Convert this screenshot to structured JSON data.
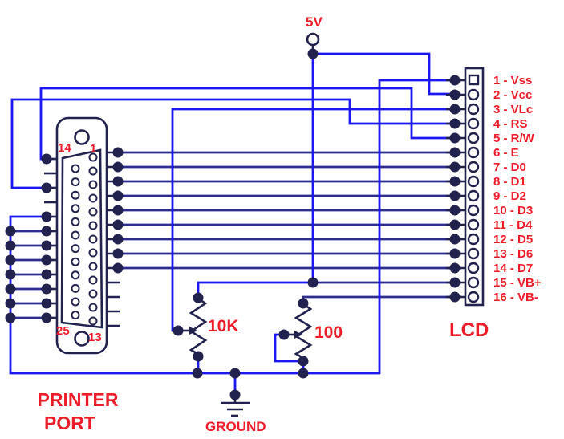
{
  "diagram": {
    "type": "circuit-schematic",
    "supply": {
      "label": "5V"
    },
    "ground": {
      "label": "GROUND"
    },
    "printer_port": {
      "title_line1": "PRINTER",
      "title_line2": "PORT",
      "pin_numbers": {
        "top_left": "14",
        "top_right": "1",
        "bottom_left": "25",
        "bottom_right": "13"
      },
      "left_pin_count": 12,
      "right_pin_count": 13
    },
    "potentiometers": [
      {
        "label": "10K"
      },
      {
        "label": "100"
      }
    ],
    "lcd": {
      "title": "LCD",
      "pins": [
        "1 - Vss",
        "2 - Vcc",
        "3 - VLc",
        "4 - RS",
        "5 - R/W",
        "6 - E",
        "7 - D0",
        "8 - D1",
        "9 - D2",
        "10 - D3",
        "11 - D4",
        "12 - D5",
        "13 - D6",
        "14 - D7",
        "15 - VB+",
        "16 - VB-"
      ]
    },
    "colors": {
      "wire_blue": "#1b17f0",
      "wire_navy": "#2d2d90",
      "outline_navy": "#22224e",
      "label_red": "#ee1b28",
      "background": "#ffffff"
    }
  }
}
